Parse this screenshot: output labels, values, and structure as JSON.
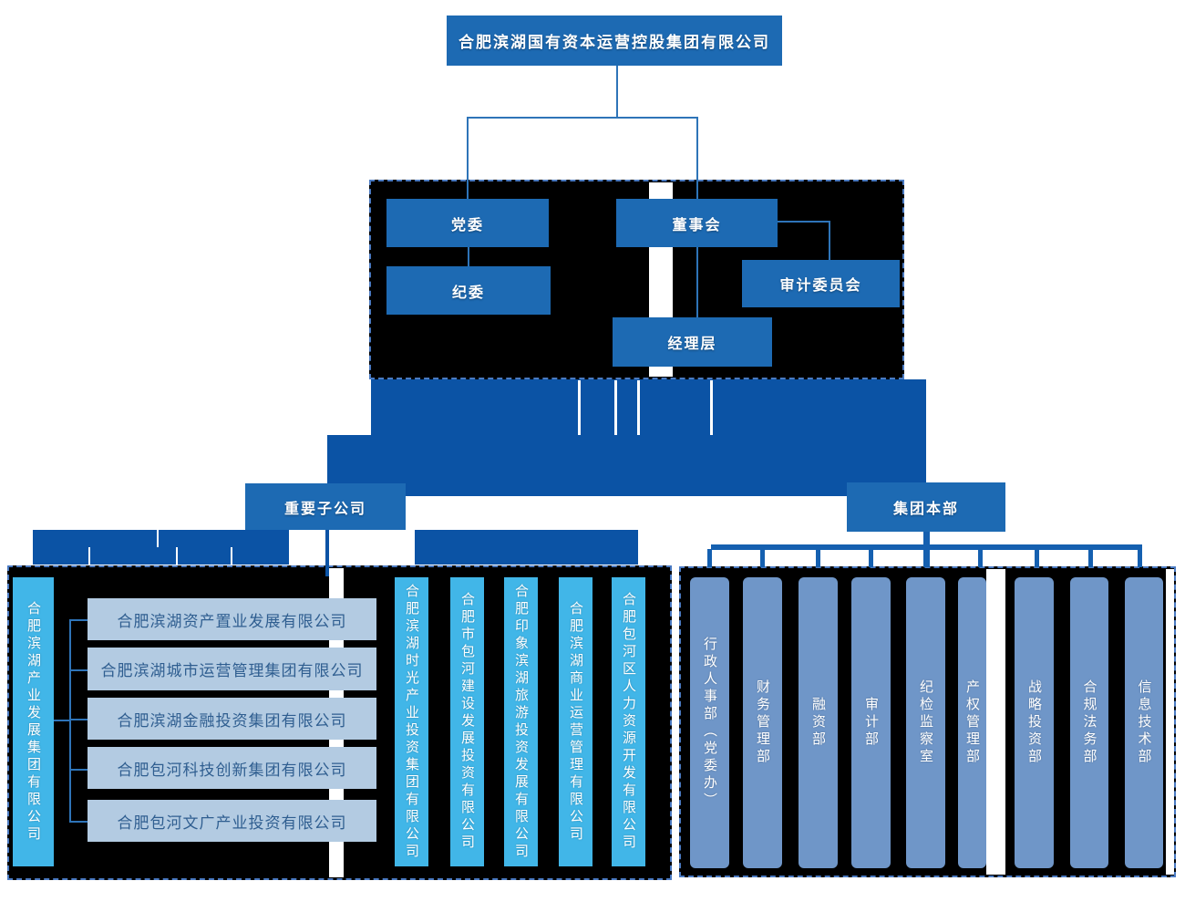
{
  "company": {
    "name": "合肥滨湖国有资本运营控股集团有限公司"
  },
  "governance": {
    "party_committee": "党委",
    "discipline_committee": "纪委",
    "board": "董事会",
    "audit_committee": "审计委员会",
    "management": "经理层"
  },
  "branch_labels": {
    "key_subsidiaries": "重要子公司",
    "group_headquarters": "集团本部"
  },
  "key_subsidiaries": {
    "parent_group": "合肥滨湖产业发展集团有限公司",
    "held_companies": [
      "合肥滨湖资产置业发展有限公司",
      "合肥滨湖城市运营管理集团有限公司",
      "合肥滨湖金融投资集团有限公司",
      "合肥包河科技创新集团有限公司",
      "合肥包河文广产业投资有限公司"
    ],
    "direct_companies": [
      "合肥滨湖时光产业投资集团有限公司",
      "合肥市包河建设发展投资有限公司",
      "合肥印象滨湖旅游投资发展有限公司",
      "合肥滨湖商业运营管理有限公司",
      "合肥包河区人力资源开发有限公司"
    ]
  },
  "headquarters_departments": [
    "行政人事部（党委办）",
    "财务管理部",
    "融资部",
    "审计部",
    "纪检监察室",
    "产权管理部",
    "战略投资部",
    "合规法务部",
    "信息技术部"
  ],
  "colors": {
    "box_blue": "#1d6ab3",
    "band_blue": "#0b53a5",
    "connector_blue": "#1560b0",
    "thin_line_blue": "#2e74b8",
    "cyan": "#41b6e8",
    "light_box": "#b3cbe2",
    "light_box_text": "#2f5e90",
    "department_box": "#6f96c8",
    "dashed_border": "#4a7ac2",
    "black_panel": "#000000"
  }
}
